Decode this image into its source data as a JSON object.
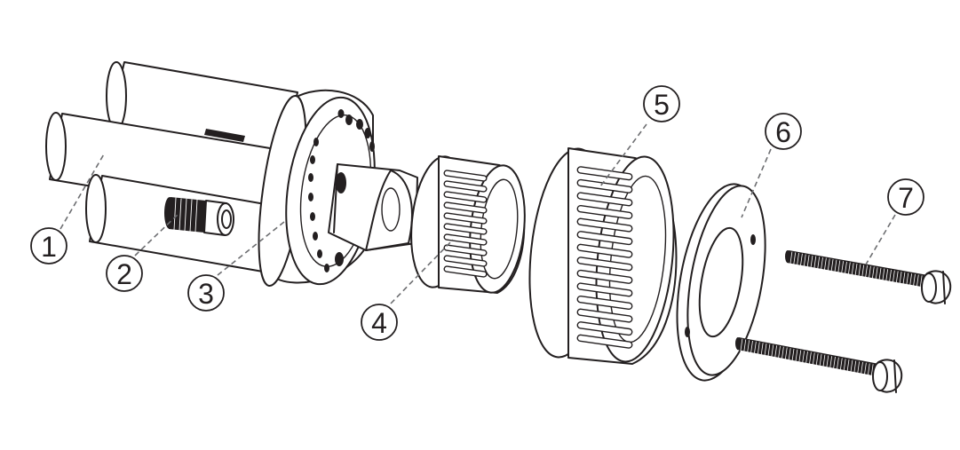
{
  "diagram": {
    "parts": [
      {
        "id": "1",
        "label": "1"
      },
      {
        "id": "2",
        "label": "2"
      },
      {
        "id": "3",
        "label": "3"
      },
      {
        "id": "4",
        "label": "4"
      },
      {
        "id": "5",
        "label": "5"
      },
      {
        "id": "6",
        "label": "6"
      },
      {
        "id": "7",
        "label": "7"
      }
    ]
  },
  "colors": {
    "line": "#231f20",
    "leader": "#6d6e71",
    "fill": "#ffffff"
  }
}
